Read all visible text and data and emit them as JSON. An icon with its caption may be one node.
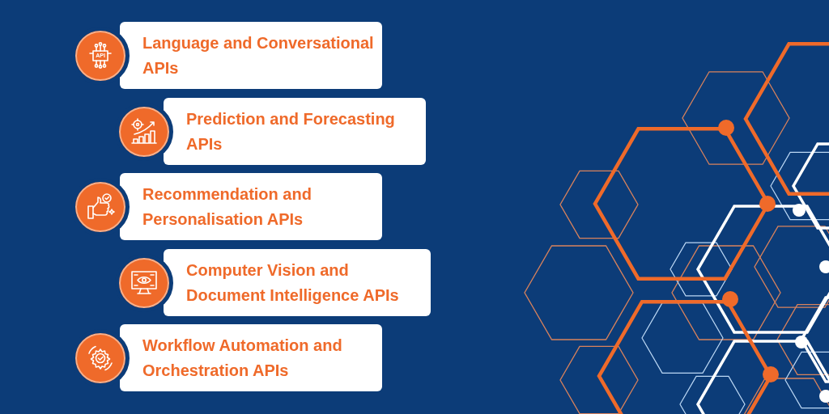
{
  "diagram": {
    "nodes": [
      {
        "text": [
          "Language and Conversational APIs"
        ]
      },
      {
        "text": [
          "Prediction and Forecasting APIs"
        ]
      },
      {
        "text": [
          "Recommendation and Personalisation APIs"
        ]
      },
      {
        "text": [
          "Computer Vision and Document Intelligence APIs"
        ]
      },
      {
        "text": [
          "Workflow Automation and Orchestration APIs"
        ]
      }
    ],
    "edges": [],
    "labels": [
      "API"
    ]
  }
}
